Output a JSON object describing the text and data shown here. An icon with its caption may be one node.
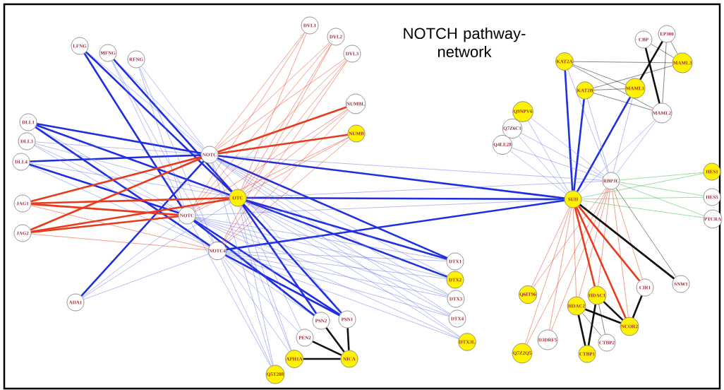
{
  "diagram": {
    "title": "NOTCH pathway-network",
    "nodes": [
      {
        "text": [
          "LFNG"
        ]
      },
      {
        "text": [
          "MFNG"
        ]
      },
      {
        "text": [
          "RFNG"
        ]
      },
      {
        "text": [
          "DVL1"
        ]
      },
      {
        "text": [
          "DVL2"
        ]
      },
      {
        "text": [
          "DVL3"
        ]
      },
      {
        "text": [
          "NUMBL"
        ]
      },
      {
        "text": [
          "NUMB"
        ]
      },
      {
        "text": [
          "DLL1"
        ]
      },
      {
        "text": [
          "DLL3"
        ]
      },
      {
        "text": [
          "DLL4"
        ]
      },
      {
        "text": [
          "NOTC"
        ]
      },
      {
        "text": [
          "OTC"
        ]
      },
      {
        "text": [
          "NOTC"
        ]
      },
      {
        "text": [
          "NOTC4"
        ]
      },
      {
        "text": [
          "JAG1"
        ]
      },
      {
        "text": [
          "JAG2"
        ]
      },
      {
        "text": [
          "ADA1"
        ]
      },
      {
        "text": [
          "DTX1"
        ]
      },
      {
        "text": [
          "DTX2"
        ]
      },
      {
        "text": [
          "DTX3"
        ]
      },
      {
        "text": [
          "DTX4"
        ]
      },
      {
        "text": [
          "DTX3L"
        ]
      },
      {
        "text": [
          "PSN2"
        ]
      },
      {
        "text": [
          "PSN1"
        ]
      },
      {
        "text": [
          "PEN2"
        ]
      },
      {
        "text": [
          "APH1A"
        ]
      },
      {
        "text": [
          "NICA"
        ]
      },
      {
        "text": [
          "Q5T208"
        ]
      },
      {
        "text": [
          "KAT2A"
        ]
      },
      {
        "text": [
          "CBP"
        ]
      },
      {
        "text": [
          "EP300"
        ]
      },
      {
        "text": [
          "MAML3"
        ]
      },
      {
        "text": [
          "KAT2B"
        ]
      },
      {
        "text": [
          "MAML1"
        ]
      },
      {
        "text": [
          "MAML2"
        ]
      },
      {
        "text": [
          "Q9NPV6"
        ]
      },
      {
        "text": [
          "Q7Z6C1"
        ]
      },
      {
        "text": [
          "Q4LE28"
        ]
      },
      {
        "text": [
          "RBPJL"
        ]
      },
      {
        "text": [
          "HES1"
        ]
      },
      {
        "text": [
          "HES5"
        ]
      },
      {
        "text": [
          "PTCRA"
        ]
      },
      {
        "text": [
          "SUH"
        ]
      },
      {
        "text": [
          "SNW1"
        ]
      },
      {
        "text": [
          "CIR1"
        ]
      },
      {
        "text": [
          "Q6IT96"
        ]
      },
      {
        "text": [
          "HDAC1"
        ]
      },
      {
        "text": [
          "HDAC2"
        ]
      },
      {
        "text": [
          "NCOR2"
        ]
      },
      {
        "text": [
          "D3DRF5"
        ]
      },
      {
        "text": [
          "CTBP2"
        ]
      },
      {
        "text": [
          "Q7Z2Q5"
        ]
      },
      {
        "text": [
          "CTBP1"
        ]
      }
    ],
    "edges": [
      {
        "from": 0,
        "to": 12,
        "arrow": "none",
        "style": "thick"
      },
      {
        "from": 0,
        "to": 13,
        "arrow": "none",
        "style": "thick"
      },
      {
        "from": 1,
        "to": 12,
        "arrow": "none",
        "style": "thick"
      },
      {
        "from": 8,
        "to": 11,
        "arrow": "none",
        "style": "thick"
      },
      {
        "from": 8,
        "to": 12,
        "arrow": "none",
        "style": "thick"
      },
      {
        "from": 8,
        "to": 14,
        "arrow": "none",
        "style": "thick"
      },
      {
        "from": 10,
        "to": 11,
        "arrow": "none",
        "style": "thick"
      },
      {
        "from": 10,
        "to": 13,
        "arrow": "none",
        "style": "thick"
      },
      {
        "from": 17,
        "to": 11,
        "arrow": "none",
        "style": "thick"
      },
      {
        "from": 11,
        "to": 18,
        "arrow": "none",
        "style": "thick"
      },
      {
        "from": 12,
        "to": 18,
        "arrow": "none",
        "style": "thick"
      },
      {
        "from": 12,
        "to": 19,
        "arrow": "none",
        "style": "thick"
      },
      {
        "from": 12,
        "to": 23,
        "arrow": "none",
        "style": "thick"
      },
      {
        "from": 12,
        "to": 24,
        "arrow": "none",
        "style": "thick"
      },
      {
        "from": 13,
        "to": 23,
        "arrow": "none",
        "style": "thick"
      },
      {
        "from": 13,
        "to": 24,
        "arrow": "none",
        "style": "thick"
      },
      {
        "from": 14,
        "to": 24,
        "arrow": "none",
        "style": "thick"
      },
      {
        "from": 11,
        "to": 43,
        "arrow": "none",
        "style": "thick"
      },
      {
        "from": 12,
        "to": 43,
        "arrow": "none",
        "style": "thick"
      },
      {
        "from": 14,
        "to": 43,
        "arrow": "none",
        "style": "thick"
      },
      {
        "from": 29,
        "to": 43,
        "arrow": "none",
        "style": "thick"
      },
      {
        "from": 33,
        "to": 43,
        "arrow": "none",
        "style": "thick"
      },
      {
        "from": 34,
        "to": 43,
        "arrow": "none",
        "style": "thick"
      },
      {
        "from": 0,
        "to": 11,
        "arrow": "none"
      },
      {
        "from": 1,
        "to": 11,
        "arrow": "none"
      },
      {
        "from": 1,
        "to": 13,
        "arrow": "none"
      },
      {
        "from": 1,
        "to": 14,
        "arrow": "none"
      },
      {
        "from": 2,
        "to": 11,
        "arrow": "none"
      },
      {
        "from": 2,
        "to": 13,
        "arrow": "none"
      },
      {
        "from": 2,
        "to": 14,
        "arrow": "none"
      },
      {
        "from": 9,
        "to": 11,
        "arrow": "none"
      },
      {
        "from": 9,
        "to": 12,
        "arrow": "none"
      },
      {
        "from": 9,
        "to": 13,
        "arrow": "none"
      },
      {
        "from": 9,
        "to": 14,
        "arrow": "none"
      },
      {
        "from": 10,
        "to": 12,
        "arrow": "none"
      },
      {
        "from": 10,
        "to": 14,
        "arrow": "none"
      },
      {
        "from": 8,
        "to": 13,
        "arrow": "none"
      },
      {
        "from": 17,
        "to": 12,
        "arrow": "none"
      },
      {
        "from": 17,
        "to": 13,
        "arrow": "none"
      },
      {
        "from": 17,
        "to": 14,
        "arrow": "none"
      },
      {
        "from": 11,
        "to": 19,
        "arrow": "none"
      },
      {
        "from": 11,
        "to": 20,
        "arrow": "none"
      },
      {
        "from": 11,
        "to": 21,
        "arrow": "none"
      },
      {
        "from": 11,
        "to": 22,
        "arrow": "none"
      },
      {
        "from": 12,
        "to": 20,
        "arrow": "none"
      },
      {
        "from": 12,
        "to": 21,
        "arrow": "none"
      },
      {
        "from": 12,
        "to": 22,
        "arrow": "none"
      },
      {
        "from": 13,
        "to": 18,
        "arrow": "none"
      },
      {
        "from": 13,
        "to": 19,
        "arrow": "none"
      },
      {
        "from": 13,
        "to": 20,
        "arrow": "none"
      },
      {
        "from": 13,
        "to": 21,
        "arrow": "none"
      },
      {
        "from": 13,
        "to": 22,
        "arrow": "none"
      },
      {
        "from": 14,
        "to": 18,
        "arrow": "none"
      },
      {
        "from": 14,
        "to": 19,
        "arrow": "none"
      },
      {
        "from": 14,
        "to": 20,
        "arrow": "none"
      },
      {
        "from": 14,
        "to": 21,
        "arrow": "none"
      },
      {
        "from": 14,
        "to": 22,
        "arrow": "none"
      },
      {
        "from": 11,
        "to": 26,
        "arrow": "none"
      },
      {
        "from": 11,
        "to": 28,
        "arrow": "none"
      },
      {
        "from": 12,
        "to": 25,
        "arrow": "none"
      },
      {
        "from": 12,
        "to": 26,
        "arrow": "none"
      },
      {
        "from": 12,
        "to": 28,
        "arrow": "none"
      },
      {
        "from": 13,
        "to": 28,
        "arrow": "none"
      },
      {
        "from": 14,
        "to": 25,
        "arrow": "none"
      },
      {
        "from": 14,
        "to": 26,
        "arrow": "none"
      },
      {
        "from": 14,
        "to": 28,
        "arrow": "none"
      },
      {
        "from": 14,
        "to": 23,
        "arrow": "none"
      },
      {
        "from": 11,
        "to": 24,
        "arrow": "none"
      },
      {
        "from": 13,
        "to": 43,
        "arrow": "none"
      },
      {
        "from": 11,
        "to": 39,
        "arrow": "none"
      },
      {
        "from": 12,
        "to": 39,
        "arrow": "none"
      },
      {
        "from": 36,
        "to": 43,
        "arrow": "none"
      },
      {
        "from": 37,
        "to": 43,
        "arrow": "none"
      },
      {
        "from": 38,
        "to": 43,
        "arrow": "none"
      },
      {
        "from": 36,
        "to": 39,
        "arrow": "none"
      },
      {
        "from": 37,
        "to": 39,
        "arrow": "none"
      },
      {
        "from": 38,
        "to": 39,
        "arrow": "none"
      },
      {
        "from": 29,
        "to": 39,
        "arrow": "none"
      },
      {
        "from": 33,
        "to": 39,
        "arrow": "none"
      },
      {
        "from": 34,
        "to": 39,
        "arrow": "none"
      },
      {
        "from": 35,
        "to": 43,
        "arrow": "none"
      },
      {
        "from": 35,
        "to": 39,
        "arrow": "none"
      },
      {
        "from": 15,
        "to": 12,
        "arrow": "none",
        "style": "thick",
        "color": "#e83a1c"
      },
      {
        "from": 15,
        "to": 13,
        "arrow": "none",
        "style": "thick",
        "color": "#e83a1c"
      },
      {
        "from": 15,
        "to": 11,
        "arrow": "none",
        "style": "thick",
        "color": "#e83a1c"
      },
      {
        "from": 16,
        "to": 11,
        "arrow": "none",
        "style": "thick",
        "color": "#e83a1c"
      },
      {
        "from": 16,
        "to": 12,
        "arrow": "none",
        "style": "thick",
        "color": "#e83a1c"
      },
      {
        "from": 16,
        "to": 13,
        "arrow": "none",
        "style": "thick",
        "color": "#e83a1c"
      },
      {
        "from": 11,
        "to": 6,
        "arrow": "none",
        "style": "thick",
        "color": "#e83a1c"
      },
      {
        "from": 11,
        "to": 7,
        "arrow": "none",
        "style": "thick",
        "color": "#e83a1c"
      },
      {
        "from": 43,
        "to": 47,
        "arrow": "none",
        "style": "thick",
        "color": "#e83a1c"
      },
      {
        "from": 43,
        "to": 49,
        "arrow": "none",
        "style": "thick",
        "color": "#e83a1c"
      },
      {
        "from": 43,
        "to": 45,
        "arrow": "none",
        "style": "thick",
        "color": "#e83a1c"
      },
      {
        "from": 15,
        "to": 14,
        "arrow": "none",
        "color": "#e83a1c"
      },
      {
        "from": 16,
        "to": 14,
        "arrow": "none",
        "color": "#e83a1c"
      },
      {
        "from": 3,
        "to": 11,
        "arrow": "none",
        "color": "#e83a1c"
      },
      {
        "from": 3,
        "to": 12,
        "arrow": "none",
        "color": "#e83a1c"
      },
      {
        "from": 3,
        "to": 13,
        "arrow": "none",
        "color": "#e83a1c"
      },
      {
        "from": 4,
        "to": 11,
        "arrow": "none",
        "color": "#e83a1c"
      },
      {
        "from": 4,
        "to": 12,
        "arrow": "none",
        "color": "#e83a1c"
      },
      {
        "from": 4,
        "to": 13,
        "arrow": "none",
        "color": "#e83a1c"
      },
      {
        "from": 4,
        "to": 14,
        "arrow": "none",
        "color": "#e83a1c"
      },
      {
        "from": 5,
        "to": 11,
        "arrow": "none",
        "color": "#e83a1c"
      },
      {
        "from": 5,
        "to": 12,
        "arrow": "none",
        "color": "#e83a1c"
      },
      {
        "from": 5,
        "to": 13,
        "arrow": "none",
        "color": "#e83a1c"
      },
      {
        "from": 5,
        "to": 14,
        "arrow": "none",
        "color": "#e83a1c"
      },
      {
        "from": 6,
        "to": 12,
        "arrow": "none",
        "color": "#e83a1c"
      },
      {
        "from": 6,
        "to": 13,
        "arrow": "none",
        "color": "#e83a1c"
      },
      {
        "from": 6,
        "to": 14,
        "arrow": "none",
        "color": "#e83a1c"
      },
      {
        "from": 7,
        "to": 12,
        "arrow": "none",
        "color": "#e83a1c"
      },
      {
        "from": 7,
        "to": 13,
        "arrow": "none",
        "color": "#e83a1c"
      },
      {
        "from": 7,
        "to": 14,
        "arrow": "none",
        "color": "#e83a1c"
      },
      {
        "from": 39,
        "to": 46,
        "arrow": "none",
        "color": "#e83a1c"
      },
      {
        "from": 39,
        "to": 52,
        "arrow": "none",
        "color": "#e83a1c"
      },
      {
        "from": 39,
        "to": 50,
        "arrow": "none",
        "color": "#e83a1c"
      },
      {
        "from": 39,
        "to": 48,
        "arrow": "none",
        "color": "#e83a1c"
      },
      {
        "from": 39,
        "to": 47,
        "arrow": "none",
        "color": "#e83a1c"
      },
      {
        "from": 39,
        "to": 49,
        "arrow": "none",
        "color": "#e83a1c"
      },
      {
        "from": 39,
        "to": 45,
        "arrow": "none",
        "color": "#e83a1c"
      },
      {
        "from": 43,
        "to": 46,
        "arrow": "none",
        "color": "#e83a1c"
      },
      {
        "from": 43,
        "to": 52,
        "arrow": "none",
        "color": "#e83a1c"
      },
      {
        "from": 43,
        "to": 50,
        "arrow": "none",
        "color": "#e83a1c"
      },
      {
        "from": 43,
        "to": 48,
        "arrow": "none",
        "color": "#e83a1c"
      },
      {
        "from": 43,
        "to": 40,
        "arrow": "none",
        "color": "#3cb94a"
      },
      {
        "from": 43,
        "to": 41,
        "arrow": "none",
        "color": "#3cb94a"
      },
      {
        "from": 43,
        "to": 42,
        "arrow": "none",
        "color": "#3cb94a"
      },
      {
        "from": 39,
        "to": 40,
        "arrow": "none",
        "color": "#3cb94a"
      },
      {
        "from": 39,
        "to": 41,
        "arrow": "none",
        "color": "#3cb94a"
      },
      {
        "from": 39,
        "to": 42,
        "arrow": "none",
        "color": "#3cb94a"
      },
      {
        "from": 30,
        "to": 35,
        "arrow": "none",
        "style": "thick",
        "color": "#111111"
      },
      {
        "from": 31,
        "to": 34,
        "arrow": "none",
        "style": "thick",
        "color": "#111111"
      },
      {
        "from": 43,
        "to": 44,
        "arrow": "none",
        "style": "thick",
        "color": "#111111"
      },
      {
        "from": 47,
        "to": 53,
        "arrow": "none",
        "style": "thick",
        "color": "#111111"
      },
      {
        "from": 48,
        "to": 53,
        "arrow": "none",
        "style": "thick",
        "color": "#111111"
      },
      {
        "from": 47,
        "to": 49,
        "arrow": "none",
        "style": "thick",
        "color": "#111111"
      },
      {
        "from": 48,
        "to": 49,
        "arrow": "none",
        "style": "thick",
        "color": "#111111"
      },
      {
        "from": 45,
        "to": 49,
        "arrow": "none",
        "style": "thick",
        "color": "#111111"
      },
      {
        "from": 23,
        "to": 27,
        "arrow": "none",
        "style": "thick",
        "color": "#111111"
      },
      {
        "from": 24,
        "to": 27,
        "arrow": "none",
        "style": "thick",
        "color": "#111111"
      },
      {
        "from": 25,
        "to": 27,
        "arrow": "none",
        "style": "thick",
        "color": "#111111"
      },
      {
        "from": 26,
        "to": 27,
        "arrow": "none",
        "style": "thick",
        "color": "#111111"
      },
      {
        "from": 29,
        "to": 32,
        "arrow": "none",
        "color": "#111111"
      },
      {
        "from": 29,
        "to": 35,
        "arrow": "none",
        "color": "#111111"
      },
      {
        "from": 29,
        "to": 34,
        "arrow": "none",
        "color": "#111111"
      },
      {
        "from": 33,
        "to": 34,
        "arrow": "none",
        "color": "#111111"
      },
      {
        "from": 33,
        "to": 32,
        "arrow": "none",
        "color": "#111111"
      },
      {
        "from": 33,
        "to": 35,
        "arrow": "none",
        "color": "#111111"
      },
      {
        "from": 30,
        "to": 32,
        "arrow": "none",
        "color": "#111111"
      },
      {
        "from": 31,
        "to": 32,
        "arrow": "none",
        "color": "#111111"
      },
      {
        "from": 31,
        "to": 35,
        "arrow": "none",
        "color": "#111111"
      },
      {
        "from": 48,
        "to": 51,
        "arrow": "none",
        "color": "#111111"
      },
      {
        "from": 47,
        "to": 51,
        "arrow": "none",
        "color": "#111111"
      },
      {
        "from": 39,
        "to": 44,
        "arrow": "none",
        "color": "#111111"
      }
    ]
  }
}
